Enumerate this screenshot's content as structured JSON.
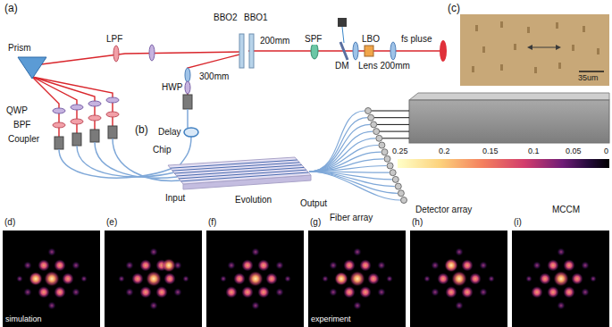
{
  "diagram": {
    "labels": [
      "(a)",
      "Prism",
      "LPF",
      "BBO2",
      "BBO1",
      "200mm",
      "SPF",
      "LBO",
      "fs pluse",
      "DM",
      "Lens 200mm",
      "300mm",
      "HWP",
      "QWP",
      "BPF",
      "Coupler",
      "Delay",
      "(b)",
      "Chip",
      "Input",
      "Evolution",
      "Output",
      "Fiber array",
      "Detector array",
      "MCCM",
      "(c)",
      "35um",
      "0.25",
      "0.2",
      "0.15",
      "0.1",
      "0.05",
      "0",
      "(d)",
      "(e)",
      "(f)",
      "(g)",
      "(h)",
      "(i)",
      "simulation",
      "experiment"
    ]
  }
}
